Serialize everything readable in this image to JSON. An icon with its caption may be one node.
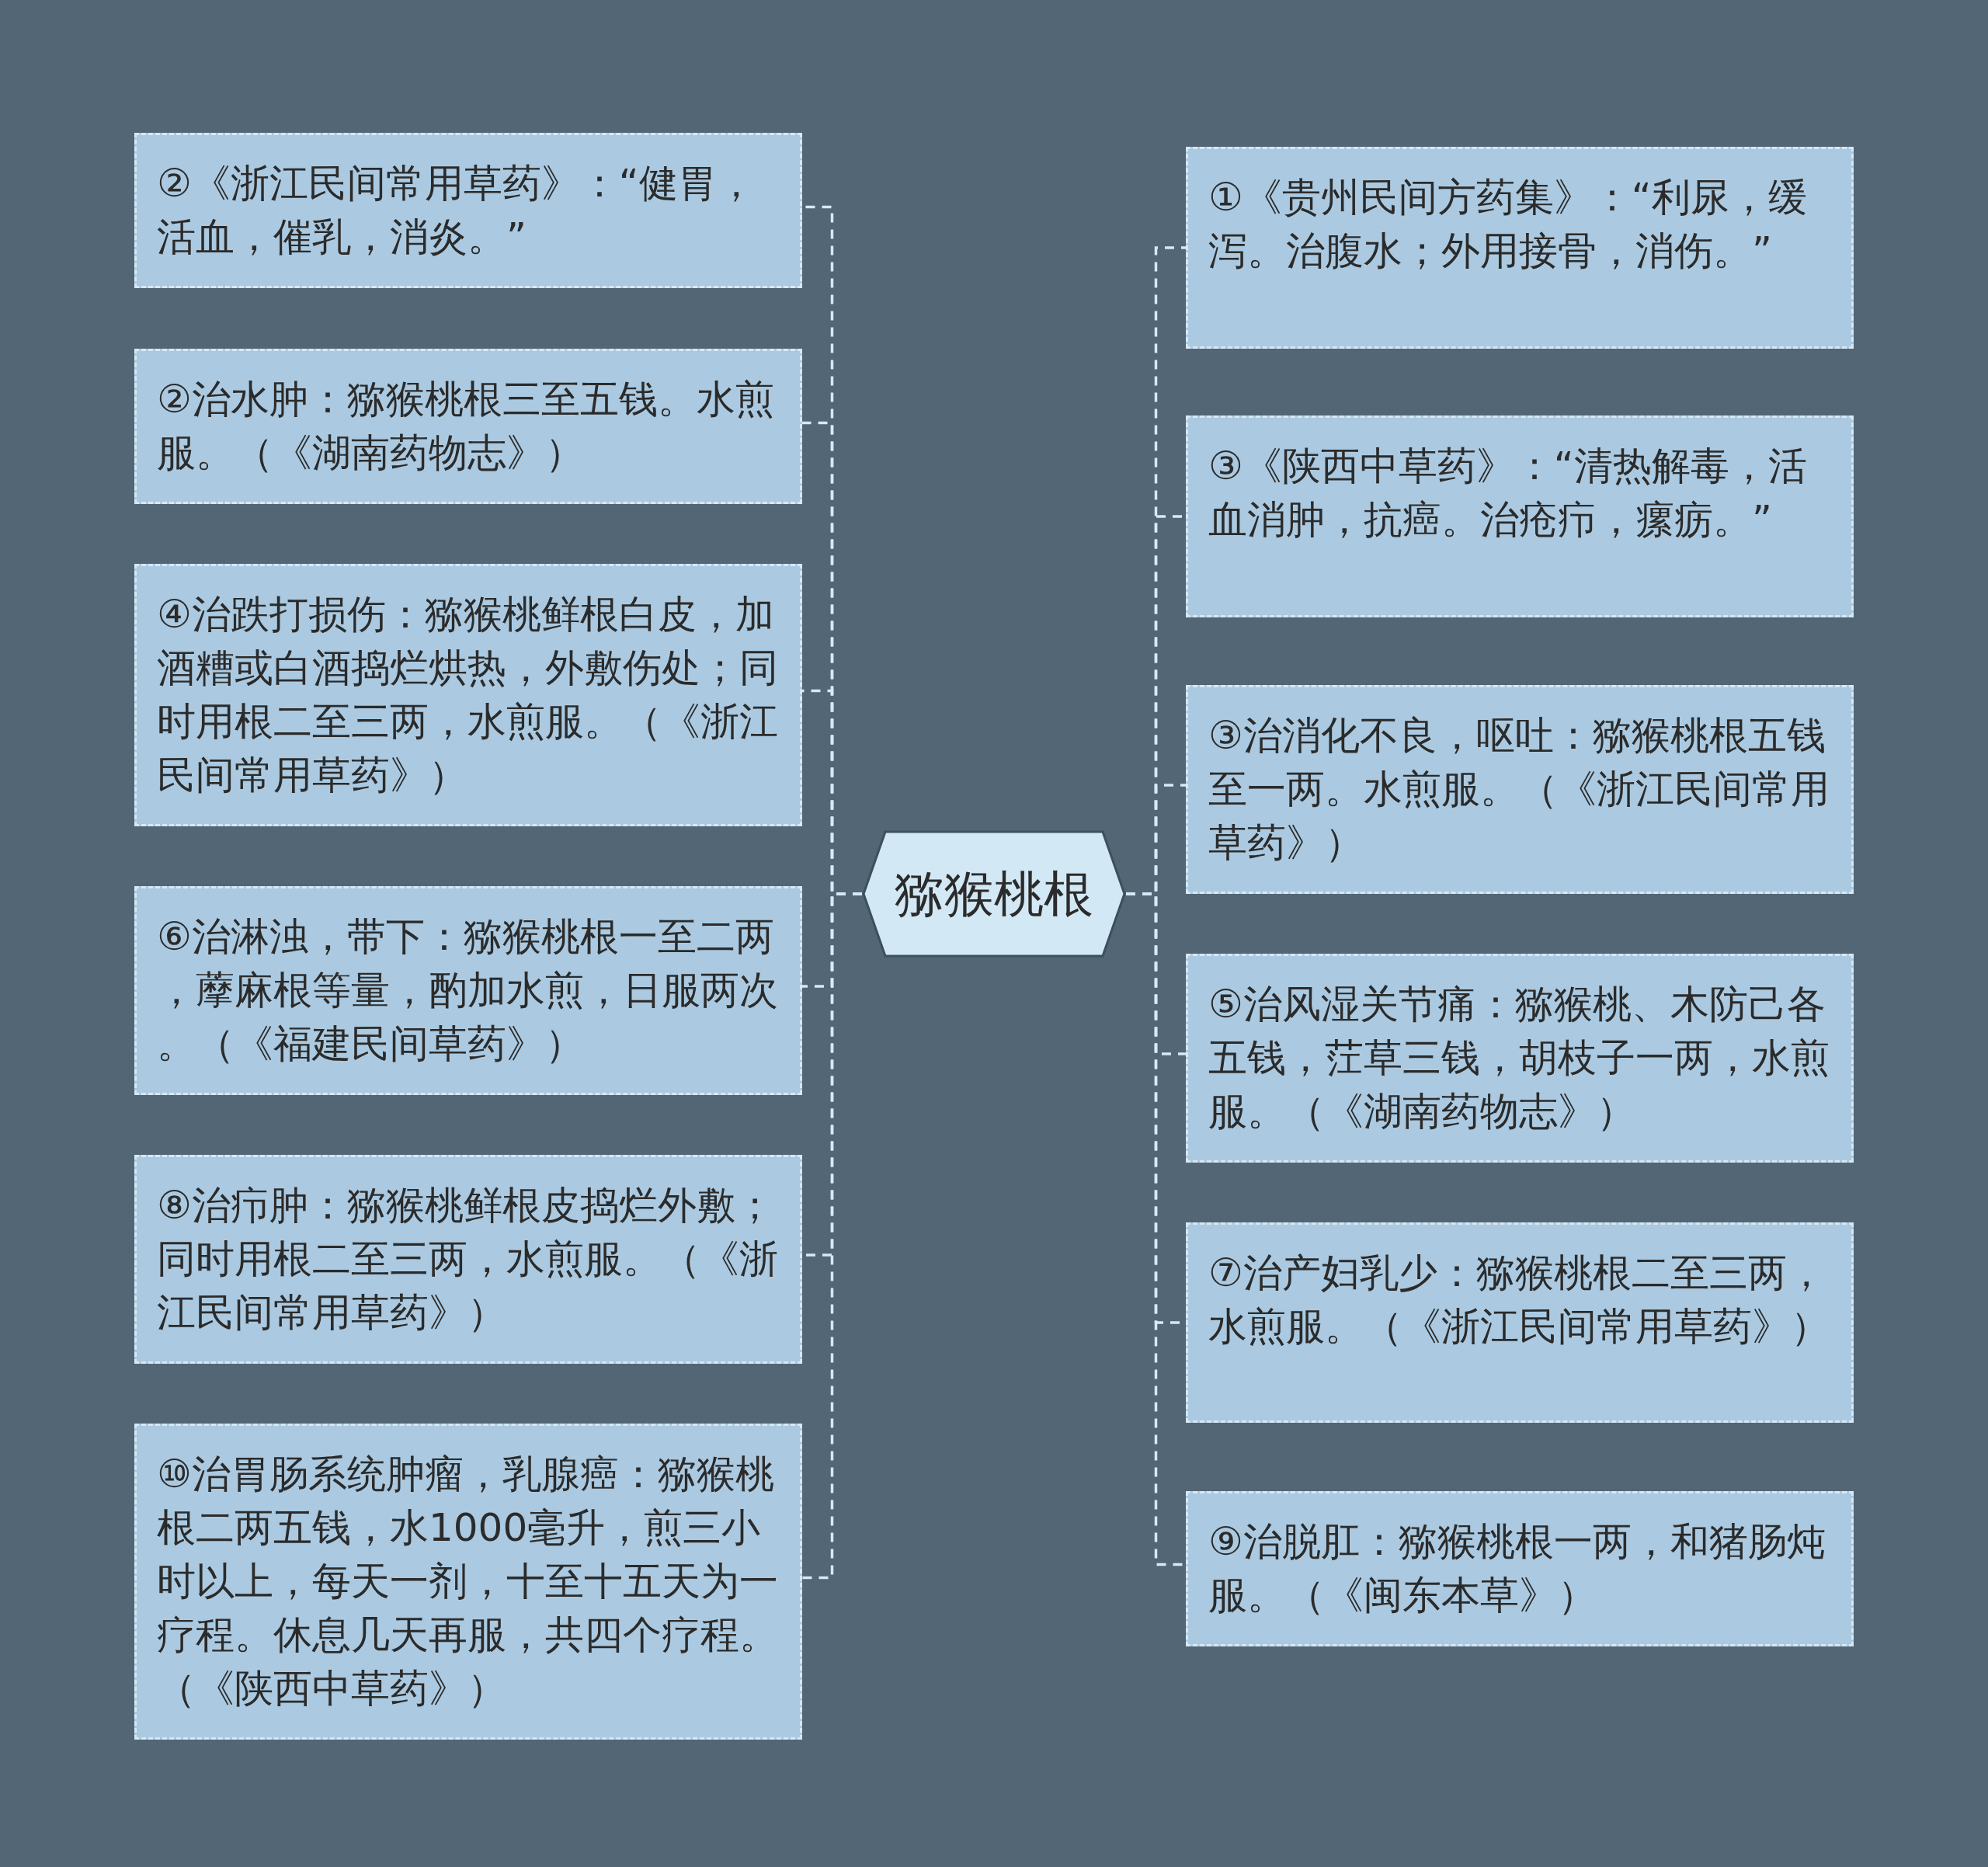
{
  "diagram": {
    "nodes": [
      {
        "text": [
          "猕猴桃根"
        ]
      },
      {
        "text": [
          "②《浙江民间常用草药》：“健胃，活血，催乳，消炎。”"
        ]
      },
      {
        "text": [
          "②治水肿：猕猴桃根三至五钱。水煎服。（《湖南药物志》）"
        ]
      },
      {
        "text": [
          "④治跌打损伤：猕猴桃鲜根白皮，加酒糟或白酒捣烂烘热，外敷伤处；同时用根二至三两，水煎服。（《浙江民间常用草药》）"
        ]
      },
      {
        "text": [
          "⑥治淋浊，带下：猕猴桃根一至二两，藦麻根等量，酌加水煎，日服两次。（《福建民间草药》）"
        ]
      },
      {
        "text": [
          "⑧治疖肿：猕猴桃鲜根皮捣烂外敷；同时用根二至三两，水煎服。（《浙江民间常用草药》）"
        ]
      },
      {
        "text": [
          "⑩治胃肠系统肿瘤，乳腺癌：猕猴桃根二两五钱，水1000毫升，煎三小时以上，每天一剂，十至十五天为一疗程。休息几天再服，共四个疗程。（《陕西中草药》）"
        ]
      },
      {
        "text": [
          "①《贵州民间方药集》：“利尿，缓泻。治腹水；外用接骨，消伤。”"
        ]
      },
      {
        "text": [
          "③《陕西中草药》：“清热解毒，活血消肿，抗癌。治疮疖，瘰疬。”"
        ]
      },
      {
        "text": [
          "③治消化不良，呕吐：猕猴桃根五钱至一两。水煎服。（《浙江民间常用草药》）"
        ]
      },
      {
        "text": [
          "⑤治风湿关节痛：猕猴桃、木防己各五钱，茳草三钱，胡枝子一两，水煎服。（《湖南药物志》）"
        ]
      },
      {
        "text": [
          "⑦治产妇乳少：猕猴桃根二至三两，水煎服。（《浙江民间常用草药》）"
        ]
      },
      {
        "text": [
          "⑨治脱肛：猕猴桃根一两，和猪肠炖服。（《闽东本草》）"
        ]
      }
    ],
    "edges": [
      {
        "from": 0,
        "to": 1,
        "arrow": "none",
        "style": "dashed"
      },
      {
        "from": 0,
        "to": 2,
        "arrow": "none",
        "style": "dashed"
      },
      {
        "from": 0,
        "to": 3,
        "arrow": "none",
        "style": "dashed"
      },
      {
        "from": 0,
        "to": 4,
        "arrow": "none",
        "style": "dashed"
      },
      {
        "from": 0,
        "to": 5,
        "arrow": "none",
        "style": "dashed"
      },
      {
        "from": 0,
        "to": 6,
        "arrow": "none",
        "style": "dashed"
      },
      {
        "from": 0,
        "to": 7,
        "arrow": "none",
        "style": "dashed"
      },
      {
        "from": 0,
        "to": 8,
        "arrow": "none",
        "style": "dashed"
      },
      {
        "from": 0,
        "to": 9,
        "arrow": "none",
        "style": "dashed"
      },
      {
        "from": 0,
        "to": 10,
        "arrow": "none",
        "style": "dashed"
      },
      {
        "from": 0,
        "to": 11,
        "arrow": "none",
        "style": "dashed"
      },
      {
        "from": 0,
        "to": 12,
        "arrow": "none",
        "style": "dashed"
      }
    ]
  }
}
